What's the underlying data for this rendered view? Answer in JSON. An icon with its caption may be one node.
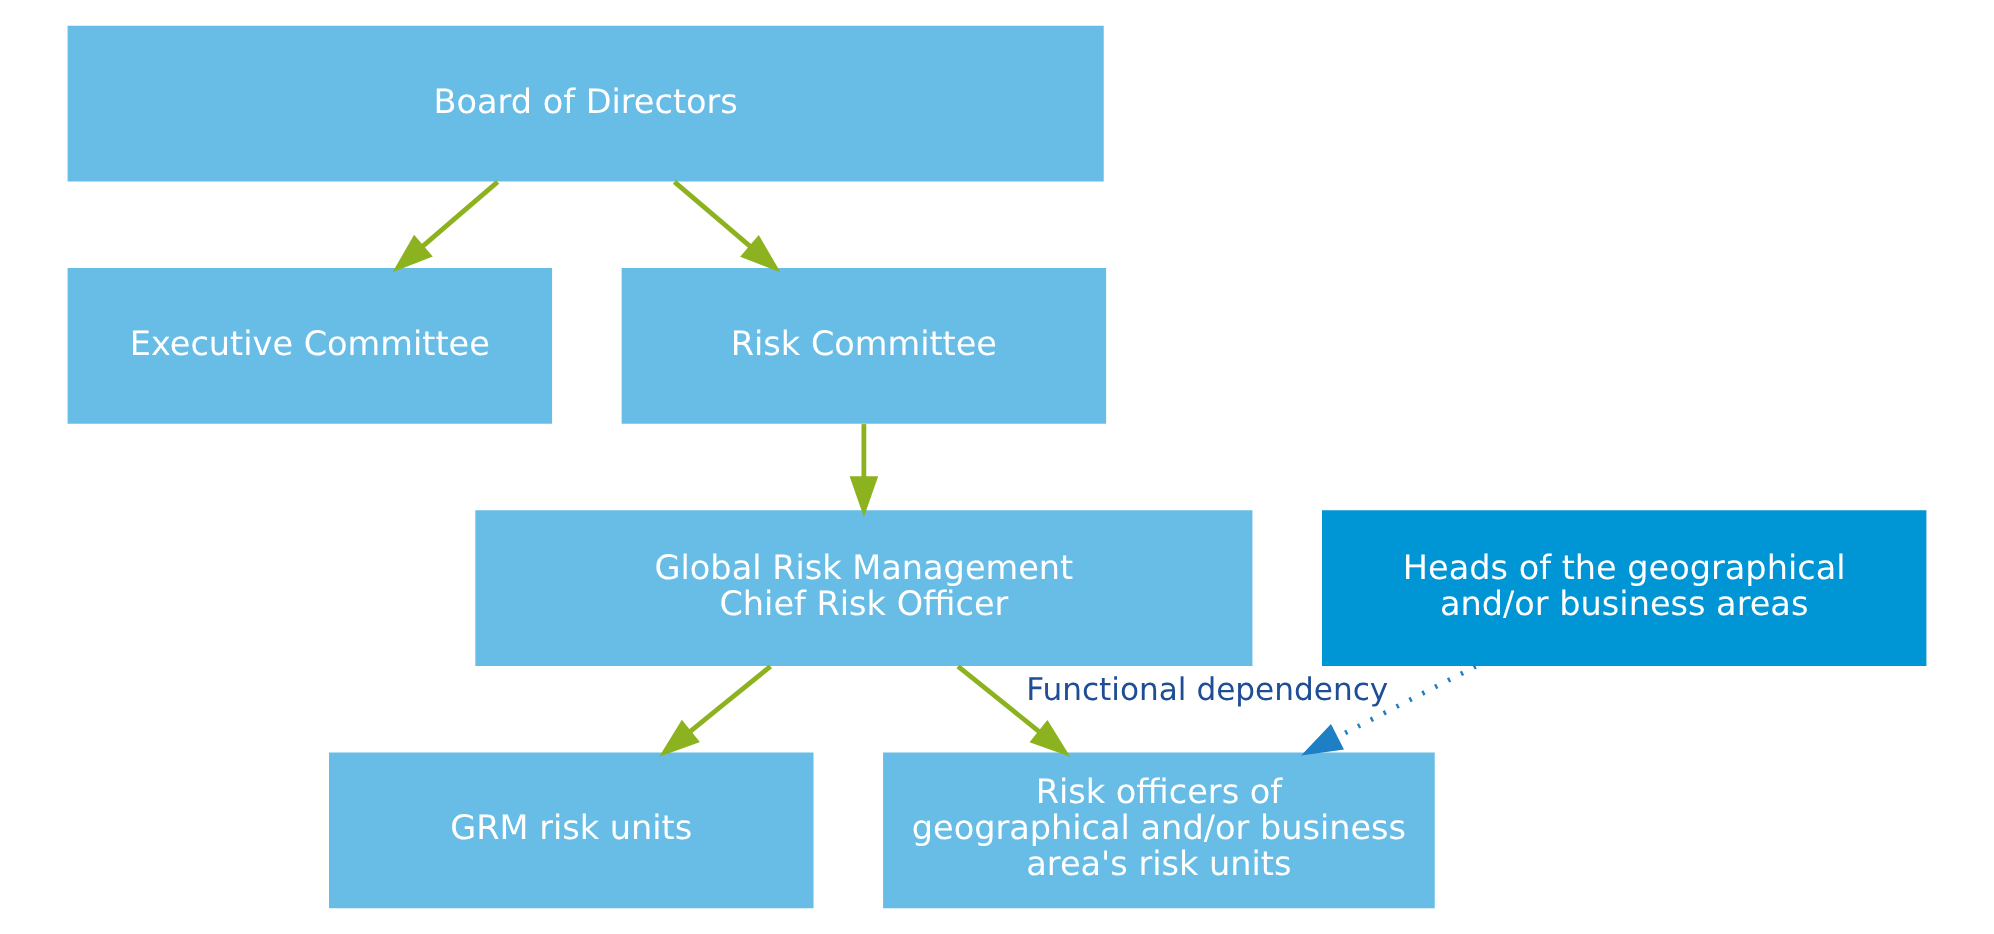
{
  "diagram": {
    "nodes": [
      {
        "text": [
          "Board of Directors"
        ]
      },
      {
        "text": [
          "Executive Committee"
        ]
      },
      {
        "text": [
          "Risk Committee"
        ]
      },
      {
        "text": [
          "Global Risk Management",
          "Chief Risk Officer"
        ]
      },
      {
        "text": [
          "Heads of the geographical and/or business areas"
        ]
      },
      {
        "text": [
          "GRM risk units"
        ]
      },
      {
        "text": [
          "Risk officers of geographical and/or business area's risk units"
        ]
      }
    ],
    "edges": [
      {
        "from": 0,
        "to": 1,
        "arrow": "to"
      },
      {
        "from": 0,
        "to": 2,
        "arrow": "to"
      },
      {
        "from": 2,
        "to": 3,
        "arrow": "to"
      },
      {
        "from": 3,
        "to": 5,
        "arrow": "to"
      },
      {
        "from": 3,
        "to": 6,
        "arrow": "to"
      },
      {
        "from": 4,
        "to": 6,
        "arrow": "to",
        "label": "Functional dependency",
        "style": "dashed",
        "color": "#1f7fc4"
      }
    ]
  }
}
